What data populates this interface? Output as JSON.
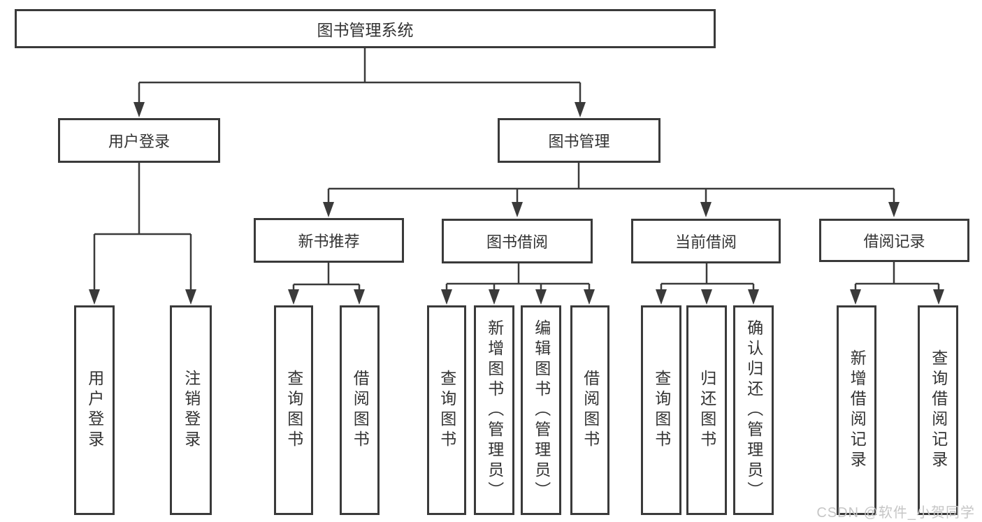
{
  "colors": {
    "line": "#3a3a3a",
    "text": "#333333",
    "background": "#ffffff",
    "watermark": "#c6c6c6"
  },
  "watermark": {
    "text": "CSDN @软件_小贺同学"
  },
  "tree": {
    "root": {
      "label": "图书管理系统"
    },
    "branches": [
      {
        "label": "用户登录",
        "children": [
          {
            "label": "用户登录"
          },
          {
            "label": "注销登录"
          }
        ]
      },
      {
        "label": "图书管理",
        "children": [
          {
            "label": "新书推荐",
            "children": [
              {
                "label": "查询图书"
              },
              {
                "label": "借阅图书"
              }
            ]
          },
          {
            "label": "图书借阅",
            "children": [
              {
                "label": "查询图书"
              },
              {
                "label": "新增图书（管理员）"
              },
              {
                "label": "编辑图书（管理员）"
              },
              {
                "label": "借阅图书"
              }
            ]
          },
          {
            "label": "当前借阅",
            "children": [
              {
                "label": "查询图书"
              },
              {
                "label": "归还图书"
              },
              {
                "label": "确认归还（管理员）"
              }
            ]
          },
          {
            "label": "借阅记录",
            "children": [
              {
                "label": "新增借阅记录"
              },
              {
                "label": "查询借阅记录"
              }
            ]
          }
        ]
      }
    ]
  }
}
